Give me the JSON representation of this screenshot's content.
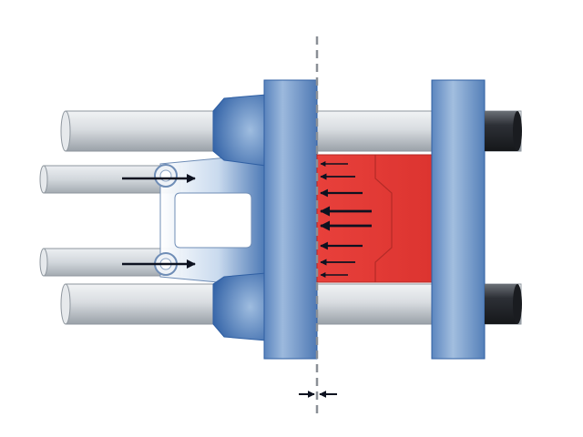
{
  "diagram": {
    "type": "mold clamping unit cross-section",
    "elements": [
      "tie-bar",
      "toggle-link",
      "moving-platen",
      "fixed-platen",
      "mold-cavity",
      "parting-line",
      "force-arrow",
      "gap-indicator-arrows"
    ],
    "colors": {
      "platen": "#7da1cc",
      "platen-dark": "#2f5fa3",
      "bar": "#d6dbe0",
      "bar-edge": "#8e969e",
      "cavity": "#e53a35",
      "cavity-edge": "#b42b27",
      "nut": "#2b2e33",
      "arrow": "#0d1220",
      "parting-line": "#8a8f96"
    },
    "labels": []
  }
}
